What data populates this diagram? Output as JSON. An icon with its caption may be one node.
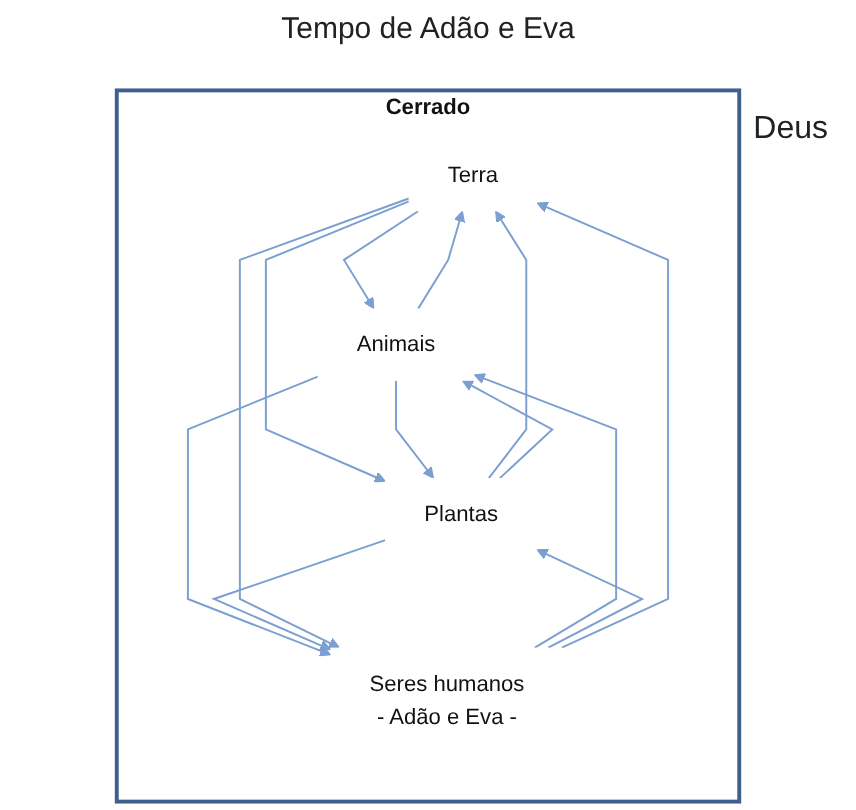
{
  "diagram": {
    "title": "Tempo de Adão e Eva",
    "nodes": [
      {
        "text": [
          "Cerrado"
        ]
      },
      {
        "text": [
          "Terra"
        ],
        "in": 0
      },
      {
        "text": [
          "Animais"
        ],
        "in": 0
      },
      {
        "text": [
          "Plantas"
        ],
        "in": 0
      },
      {
        "text": [
          "Seres humanos",
          "- Adão e Eva -"
        ],
        "in": 0
      }
    ],
    "edges": [
      {
        "from": 1,
        "to": 2,
        "arrow": "to"
      },
      {
        "from": 2,
        "to": 1,
        "arrow": "to"
      },
      {
        "from": 1,
        "to": 3,
        "arrow": "to"
      },
      {
        "from": 3,
        "to": 1,
        "arrow": "to"
      },
      {
        "from": 2,
        "to": 3,
        "arrow": "to"
      },
      {
        "from": 3,
        "to": 2,
        "arrow": "to"
      },
      {
        "from": 2,
        "to": 4,
        "arrow": "to"
      },
      {
        "from": 4,
        "to": 2,
        "arrow": "to"
      },
      {
        "from": 3,
        "to": 4,
        "arrow": "to"
      },
      {
        "from": 4,
        "to": 3,
        "arrow": "to"
      },
      {
        "from": 4,
        "to": 1,
        "arrow": "to"
      },
      {
        "from": 1,
        "to": 4,
        "arrow": "to"
      }
    ],
    "labels": [
      "Deus"
    ]
  }
}
